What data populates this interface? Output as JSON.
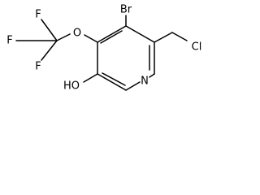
{
  "molecule": {
    "atoms": {
      "br": "Br",
      "cl": "Cl",
      "n": "N",
      "o_ether": "O",
      "f_top": "F",
      "f_left": "F",
      "f_bottom": "F",
      "ho": "HO"
    }
  }
}
